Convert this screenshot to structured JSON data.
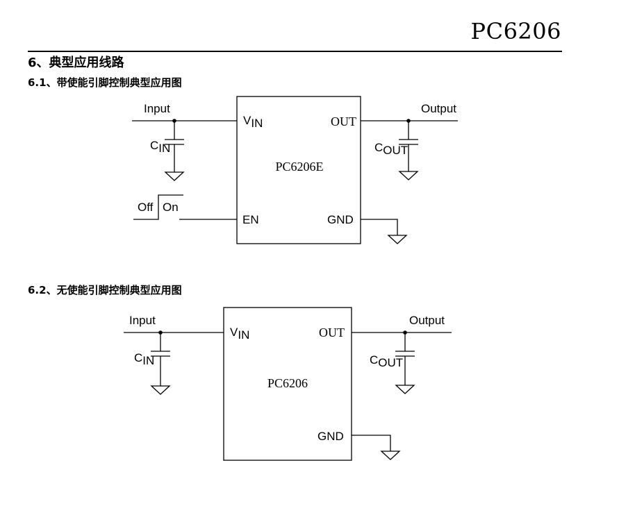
{
  "header": {
    "part_number": "PC6206"
  },
  "section": {
    "title": "6、典型应用线路"
  },
  "circuit1": {
    "title": "6.1、带使能引脚控制典型应用图",
    "chip_label": "PC6206E",
    "input_label": "Input",
    "output_label": "Output",
    "vin_main": "V",
    "vin_sub": "IN",
    "out_pin": "OUT",
    "en_pin": "EN",
    "gnd_pin": "GND",
    "cin_main": "C",
    "cin_sub": "IN",
    "cout_main": "C",
    "cout_sub": "OUT",
    "off_label": "Off",
    "on_label": "On"
  },
  "circuit2": {
    "title": "6.2、无使能引脚控制典型应用图",
    "chip_label": "PC6206",
    "input_label": "Input",
    "output_label": "Output",
    "vin_main": "V",
    "vin_sub": "IN",
    "out_pin": "OUT",
    "gnd_pin": "GND",
    "cin_main": "C",
    "cin_sub": "IN",
    "cout_main": "C",
    "cout_sub": "OUT"
  }
}
